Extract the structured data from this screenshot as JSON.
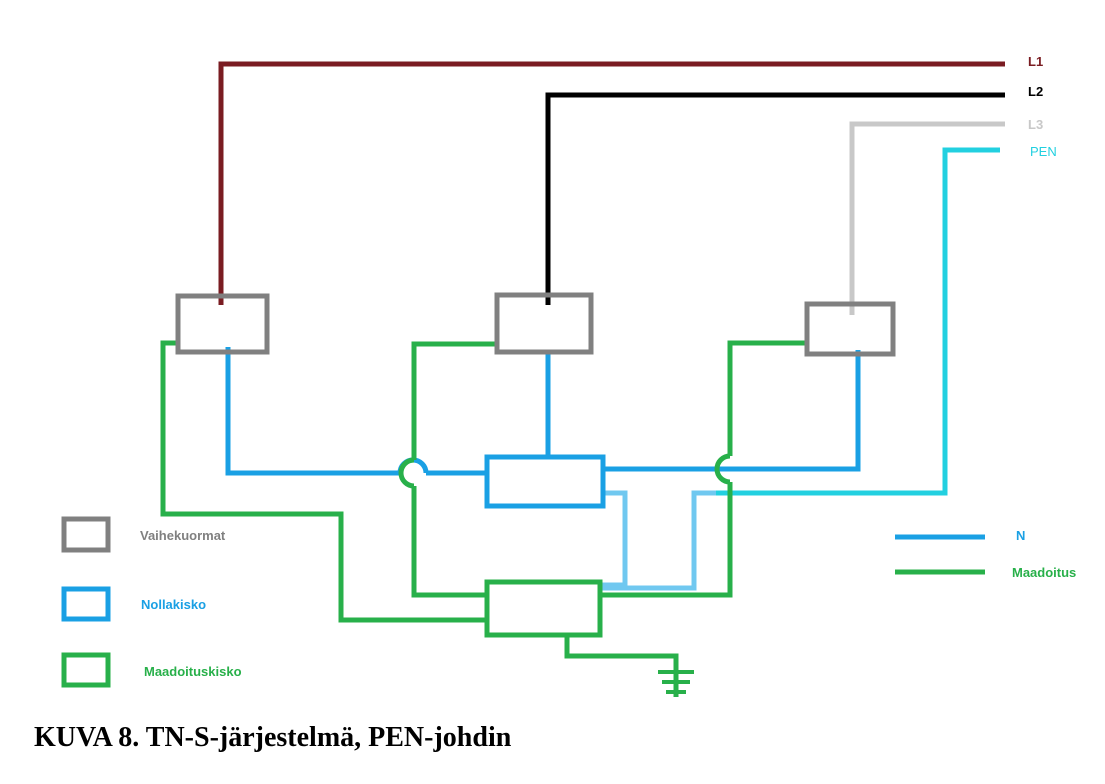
{
  "colors": {
    "L1": "#7a1c22",
    "L2": "#000000",
    "L3": "#c8c8c8",
    "PEN": "#22d0e0",
    "N": "#1aa0e4",
    "N_light": "#70c8f0",
    "earth": "#28b04a",
    "load": "#808080"
  },
  "lines": {
    "L1": "L1",
    "L2": "L2",
    "L3": "L3",
    "PEN": "PEN"
  },
  "legend": {
    "vaihekuormat": "Vaihekuormat",
    "nollakisko": "Nollakisko",
    "maadoituskisko": "Maadoituskisko",
    "N": "N",
    "maadoitus": "Maadoitus"
  },
  "caption": "KUVA 8. TN-S-järjestelmä, PEN-johdin"
}
